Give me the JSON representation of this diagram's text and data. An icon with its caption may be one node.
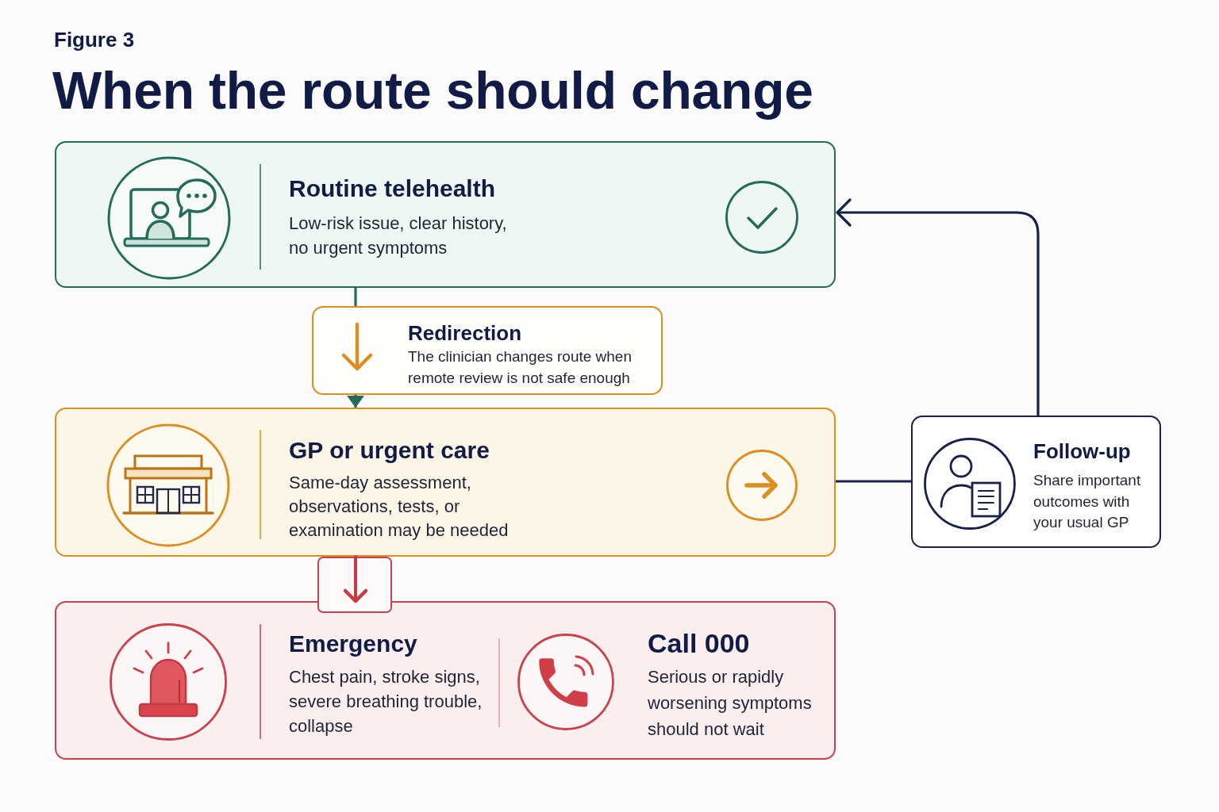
{
  "diagram": {
    "title": "When the route should change",
    "nodes": [
      {
        "text": [
          "Routine telehealth",
          "Low-risk issue, clear history, no urgent symptoms"
        ]
      },
      {
        "text": [
          "Redirection",
          "The clinician changes route when remote review is not safe enough"
        ]
      },
      {
        "text": [
          "GP or urgent care",
          "Same-day assessment, observations, tests, or examination may be needed"
        ]
      },
      {
        "text": [
          "Emergency",
          "Chest pain, stroke signs, severe breathing trouble, collapse",
          "Call 000",
          "Serious or rapidly worsening symptoms should not wait"
        ]
      },
      {
        "text": [
          "Follow-up",
          "Share important outcomes with your usual GP"
        ]
      }
    ],
    "edges": [
      {
        "from": 0,
        "to": 1,
        "arrow": "none",
        "color": "#236b5b"
      },
      {
        "from": 1,
        "to": 2,
        "arrow": "to",
        "color": "#236b5b"
      },
      {
        "from": 2,
        "to": 3,
        "arrow": "to",
        "color": "#c63b45"
      },
      {
        "from": 2,
        "to": 4,
        "arrow": "none",
        "color": "#17214a"
      },
      {
        "from": 4,
        "to": 0,
        "arrow": "to",
        "color": "#17214a"
      }
    ],
    "labels": [
      "Figure 3"
    ]
  }
}
